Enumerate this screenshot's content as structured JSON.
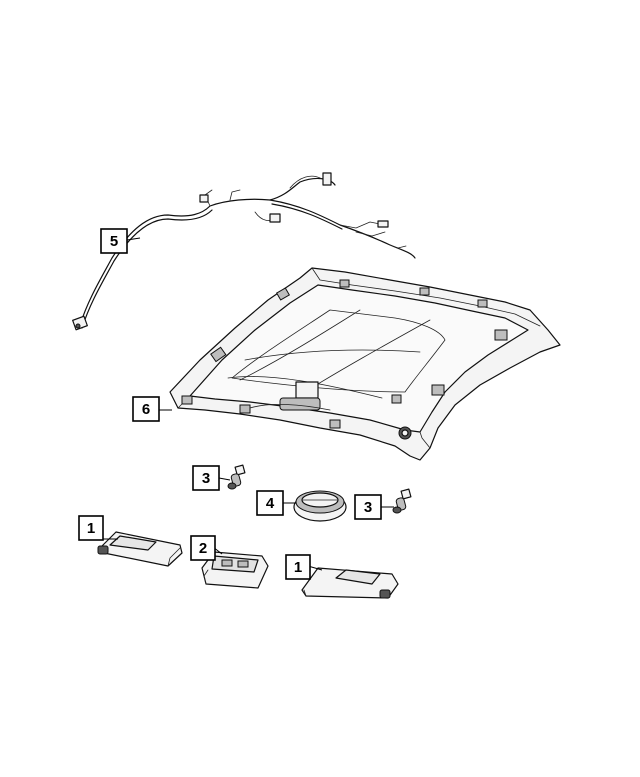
{
  "callouts": [
    {
      "id": "c5",
      "label": "5"
    },
    {
      "id": "c6",
      "label": "6"
    },
    {
      "id": "c3a",
      "label": "3"
    },
    {
      "id": "c4",
      "label": "4"
    },
    {
      "id": "c3b",
      "label": "3"
    },
    {
      "id": "c1a",
      "label": "1"
    },
    {
      "id": "c2",
      "label": "2"
    },
    {
      "id": "c1b",
      "label": "1"
    }
  ]
}
